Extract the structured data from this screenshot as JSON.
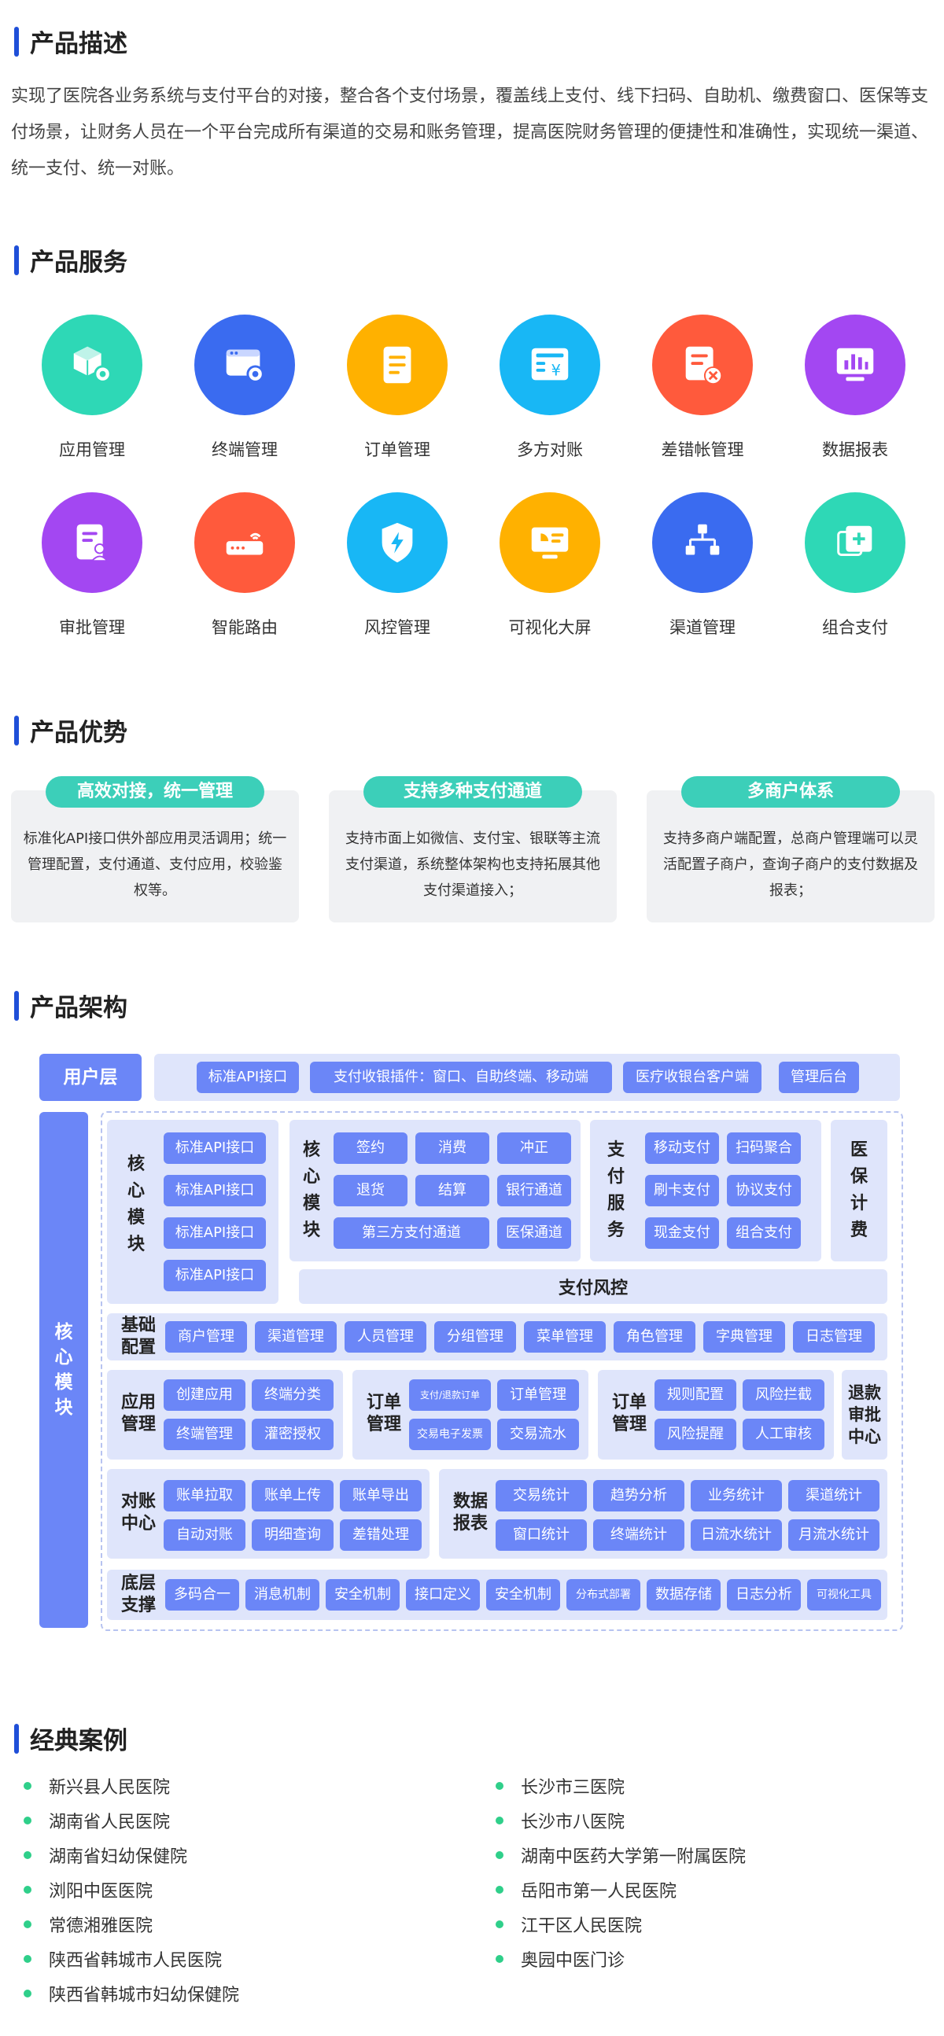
{
  "sections": {
    "desc_title": "产品描述",
    "services_title": "产品服务",
    "advantages_title": "产品优势",
    "architecture_title": "产品架构",
    "cases_title": "经典案例"
  },
  "description": "实现了医院各业务系统与支付平台的对接，整合各个支付场景，覆盖线上支付、线下扫码、自助机、缴费窗口、医保等支付场景，让财务人员在一个平台完成所有渠道的交易和账务管理，提高医院财务管理的便捷性和准确性，实现统一渠道、统一支付、统一对账。",
  "services": [
    {
      "label": "应用管理",
      "icon": "cube-gear-icon",
      "color": "#2ed8b6"
    },
    {
      "label": "终端管理",
      "icon": "terminal-gear-icon",
      "color": "#3a6bf0"
    },
    {
      "label": "订单管理",
      "icon": "order-list-icon",
      "color": "#ffb100"
    },
    {
      "label": "多方对账",
      "icon": "reconcile-yen-icon",
      "color": "#18b7f5"
    },
    {
      "label": "差错帐管理",
      "icon": "error-doc-icon",
      "color": "#ff5a3c"
    },
    {
      "label": "数据报表",
      "icon": "report-monitor-icon",
      "color": "#a347f2"
    },
    {
      "label": "审批管理",
      "icon": "approval-user-icon",
      "color": "#a347f2"
    },
    {
      "label": "智能路由",
      "icon": "router-icon",
      "color": "#ff5a3c"
    },
    {
      "label": "风控管理",
      "icon": "shield-bolt-icon",
      "color": "#18b7f5"
    },
    {
      "label": "可视化大屏",
      "icon": "big-screen-icon",
      "color": "#ffb100"
    },
    {
      "label": "渠道管理",
      "icon": "channel-tree-icon",
      "color": "#3a6bf0"
    },
    {
      "label": "组合支付",
      "icon": "combine-plus-icon",
      "color": "#2ed8b6"
    }
  ],
  "advantages": [
    {
      "title": "高效对接，统一管理",
      "text": "标准化API接口供外部应用灵活调用；统一管理配置，支付通道、支付应用，校验鉴权等。"
    },
    {
      "title": "支持多种支付通道",
      "text": "支持市面上如微信、支付宝、银联等主流支付渠道，系统整体架构也支持拓展其他支付渠道接入；"
    },
    {
      "title": "多商户体系",
      "text": "支持多商户端配置，总商户管理端可以灵活配置子商户，查询子商户的支付数据及报表；"
    }
  ],
  "architecture": {
    "user_layer": {
      "label": "用户层",
      "items": [
        "标准API接口",
        "支付收银插件：窗口、自助终端、移动端",
        "医疗收银台客户端",
        "管理后台"
      ]
    },
    "core_label": "核心模块",
    "core_api": {
      "label": "核心模块",
      "items": [
        "标准API接口",
        "标准API接口",
        "标准API接口",
        "标准API接口"
      ]
    },
    "core_trade": {
      "label": "核心模块",
      "items": [
        "签约",
        "消费",
        "冲正",
        "退货",
        "结算",
        "银行通道",
        "第三方支付通道",
        "医保通道"
      ]
    },
    "pay_service": {
      "label": "支付服务",
      "items": [
        "移动支付",
        "扫码聚合",
        "刷卡支付",
        "协议支付",
        "现金支付",
        "组合支付"
      ]
    },
    "medical_insurance": "医保计费",
    "risk_control": "支付风控",
    "base_config": {
      "label": "基础配置",
      "items": [
        "商户管理",
        "渠道管理",
        "人员管理",
        "分组管理",
        "菜单管理",
        "角色管理",
        "字典管理",
        "日志管理"
      ]
    },
    "app_mgmt": {
      "label": "应用管理",
      "items": [
        "创建应用",
        "终端分类",
        "终端管理",
        "灌密授权"
      ]
    },
    "order_mgmt1": {
      "label": "订单管理",
      "items": [
        "支付/退款订单",
        "订单管理",
        "交易电子发票",
        "交易流水"
      ]
    },
    "order_mgmt2": {
      "label": "订单管理",
      "items": [
        "规则配置",
        "风险拦截",
        "风险提醒",
        "人工审核"
      ]
    },
    "refund_center": "退款审批中心",
    "recon_center": {
      "label": "对账中心",
      "items": [
        "账单拉取",
        "账单上传",
        "账单导出",
        "自动对账",
        "明细查询",
        "差错处理"
      ]
    },
    "data_report": {
      "label": "数据报表",
      "items": [
        "交易统计",
        "趋势分析",
        "业务统计",
        "渠道统计",
        "窗口统计",
        "终端统计",
        "日流水统计",
        "月流水统计"
      ]
    },
    "base_support": {
      "label": "底层支撑",
      "items": [
        "多码合一",
        "消息机制",
        "安全机制",
        "接口定义",
        "安全机制",
        "分布式部署",
        "数据存储",
        "日志分析",
        "可视化工具"
      ]
    }
  },
  "cases": {
    "left": [
      "新兴县人民医院",
      "湖南省人民医院",
      "湖南省妇幼保健院",
      "浏阳中医医院",
      "常德湘雅医院",
      "陕西省韩城市人民医院",
      "陕西省韩城市妇幼保健院"
    ],
    "right": [
      "长沙市三医院",
      "长沙市八医院",
      "湖南中医药大学第一附属医院",
      "岳阳市第一人民医院",
      "江干区人民医院",
      "奥园中医门诊"
    ]
  }
}
